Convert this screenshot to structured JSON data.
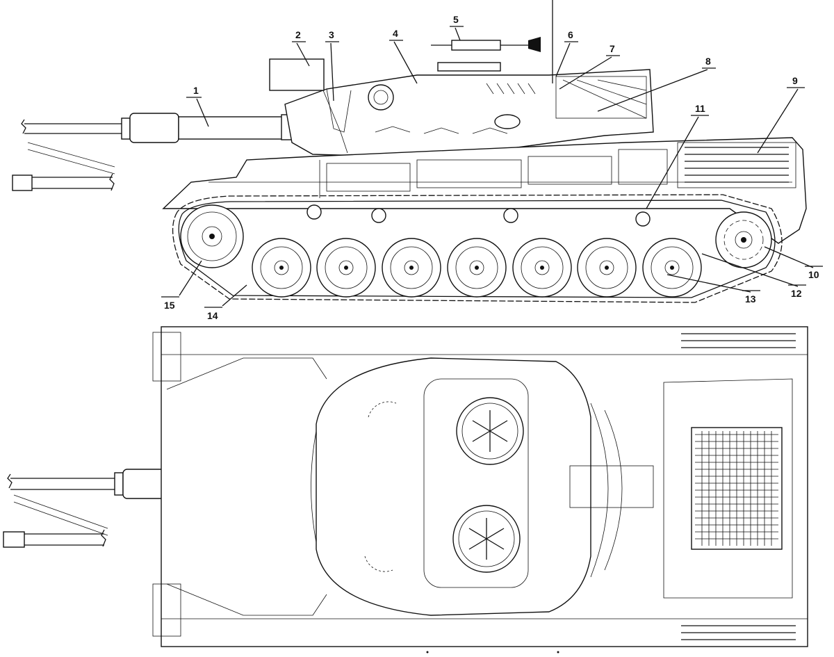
{
  "callouts": [
    {
      "id": "1",
      "label": "1"
    },
    {
      "id": "2",
      "label": "2"
    },
    {
      "id": "3",
      "label": "3"
    },
    {
      "id": "4",
      "label": "4"
    },
    {
      "id": "5",
      "label": "5"
    },
    {
      "id": "6",
      "label": "6"
    },
    {
      "id": "7",
      "label": "7"
    },
    {
      "id": "8",
      "label": "8"
    },
    {
      "id": "9",
      "label": "9"
    },
    {
      "id": "10",
      "label": "10"
    },
    {
      "id": "11",
      "label": "11"
    },
    {
      "id": "12",
      "label": "12"
    },
    {
      "id": "13",
      "label": "13"
    },
    {
      "id": "14",
      "label": "14"
    },
    {
      "id": "15",
      "label": "15"
    }
  ],
  "views": {
    "side": "side-view",
    "top": "top-view"
  },
  "colors": {
    "ink": "#111111",
    "paper": "#ffffff"
  }
}
